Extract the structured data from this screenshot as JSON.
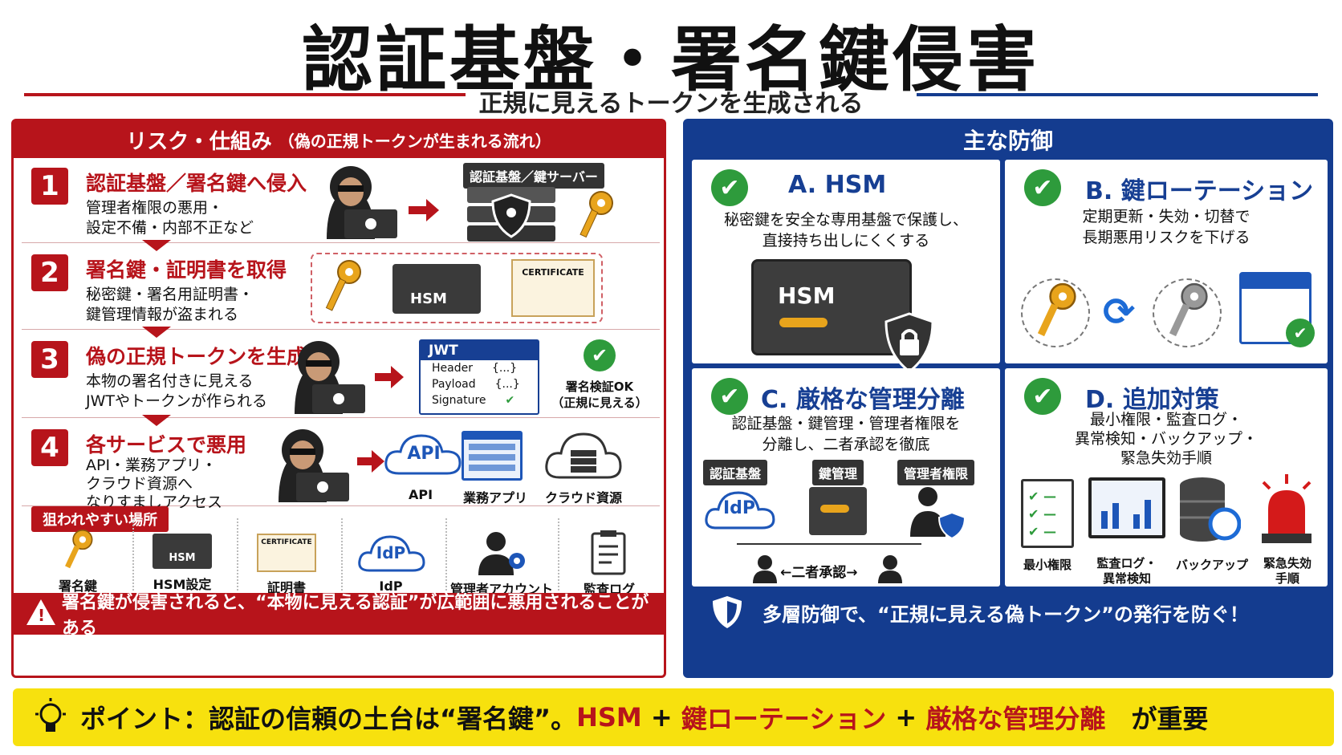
{
  "title": "認証基盤・署名鍵侵害",
  "subtitle": "正規に見えるトークンを生成される",
  "left": {
    "header": "リスク・仕組み",
    "header_sub": "（偽の正規トークンが生まれる流れ）",
    "steps": [
      {
        "num": "1",
        "title": "認証基盤／署名鍵へ侵入",
        "desc": "管理者権限の悪用・\n設定不備・内部不正など",
        "badge": "認証基盤／鍵サーバー"
      },
      {
        "num": "2",
        "title": "署名鍵・証明書を取得",
        "desc": "秘密鍵・署名用証明書・\n鍵管理情報が盗まれる",
        "hsm": "HSM",
        "cert": "CERTIFICATE"
      },
      {
        "num": "3",
        "title": "偽の正規トークンを生成",
        "desc": "本物の署名付きに見える\nJWTやトークンが作られる",
        "jwt": {
          "head": "JWT",
          "rows": [
            [
              "Header",
              "{...}"
            ],
            [
              "Payload",
              "{...}"
            ],
            [
              "Signature",
              ""
            ]
          ]
        },
        "ok": "署名検証OK",
        "ok_sub": "（正規に見える）"
      },
      {
        "num": "4",
        "title": "各サービスで悪用",
        "desc": "API・業務アプリ・\nクラウド資源へ\nなりすましアクセス",
        "api_icon": "API",
        "targets": [
          "API",
          "業務アプリ",
          "クラウド資源"
        ]
      }
    ],
    "targets_tag": "狙われやすい場所",
    "targets": [
      "署名鍵",
      "HSM設定",
      "証明書",
      "IdP",
      "管理者アカウント",
      "監査ログ"
    ],
    "target_icon_labels": {
      "hsm": "HSM",
      "cert": "CERTIFICATE",
      "idp": "IdP"
    },
    "footer": "署名鍵が侵害されると、“本物に見える認証”が広範囲に悪用されることがある"
  },
  "right": {
    "header": "主な防御",
    "cells": [
      {
        "title": "A. HSM",
        "desc": "秘密鍵を安全な専用基盤で保護し、\n直接持ち出しにくくする",
        "icon_label": "HSM"
      },
      {
        "title": "B. 鍵ローテーション",
        "desc": "定期更新・失効・切替で\n長期悪用リスクを下げる"
      },
      {
        "title": "C. 厳格な管理分離",
        "desc": "認証基盤・鍵管理・管理者権限を\n分離し、二者承認を徹底",
        "tags": [
          "認証基盤",
          "鍵管理",
          "管理者権限"
        ],
        "idp": "IdP",
        "approval": "←二者承認→"
      },
      {
        "title": "D. 追加対策",
        "desc": "最小権限・監査ログ・\n異常検知・バックアップ・\n緊急失効手順",
        "items": [
          "最小権限",
          "監査ログ・\n異常検知",
          "バックアップ",
          "緊急失効\n手順"
        ]
      }
    ],
    "footer": "多層防御で、“正規に見える偽トークン”の発行を防ぐ！"
  },
  "bottom": {
    "prefix": "ポイント：認証の信頼の土台は“署名鍵”。",
    "hsm": "HSM",
    "plus1": " + ",
    "rot": "鍵ローテーション",
    "plus2": " + ",
    "sep": "厳格な管理分離",
    "suffix": "　が重要"
  },
  "colors": {
    "red": "#b7141b",
    "blue": "#143c8f",
    "yellow": "#f7e10e",
    "green": "#2e9b3c"
  }
}
